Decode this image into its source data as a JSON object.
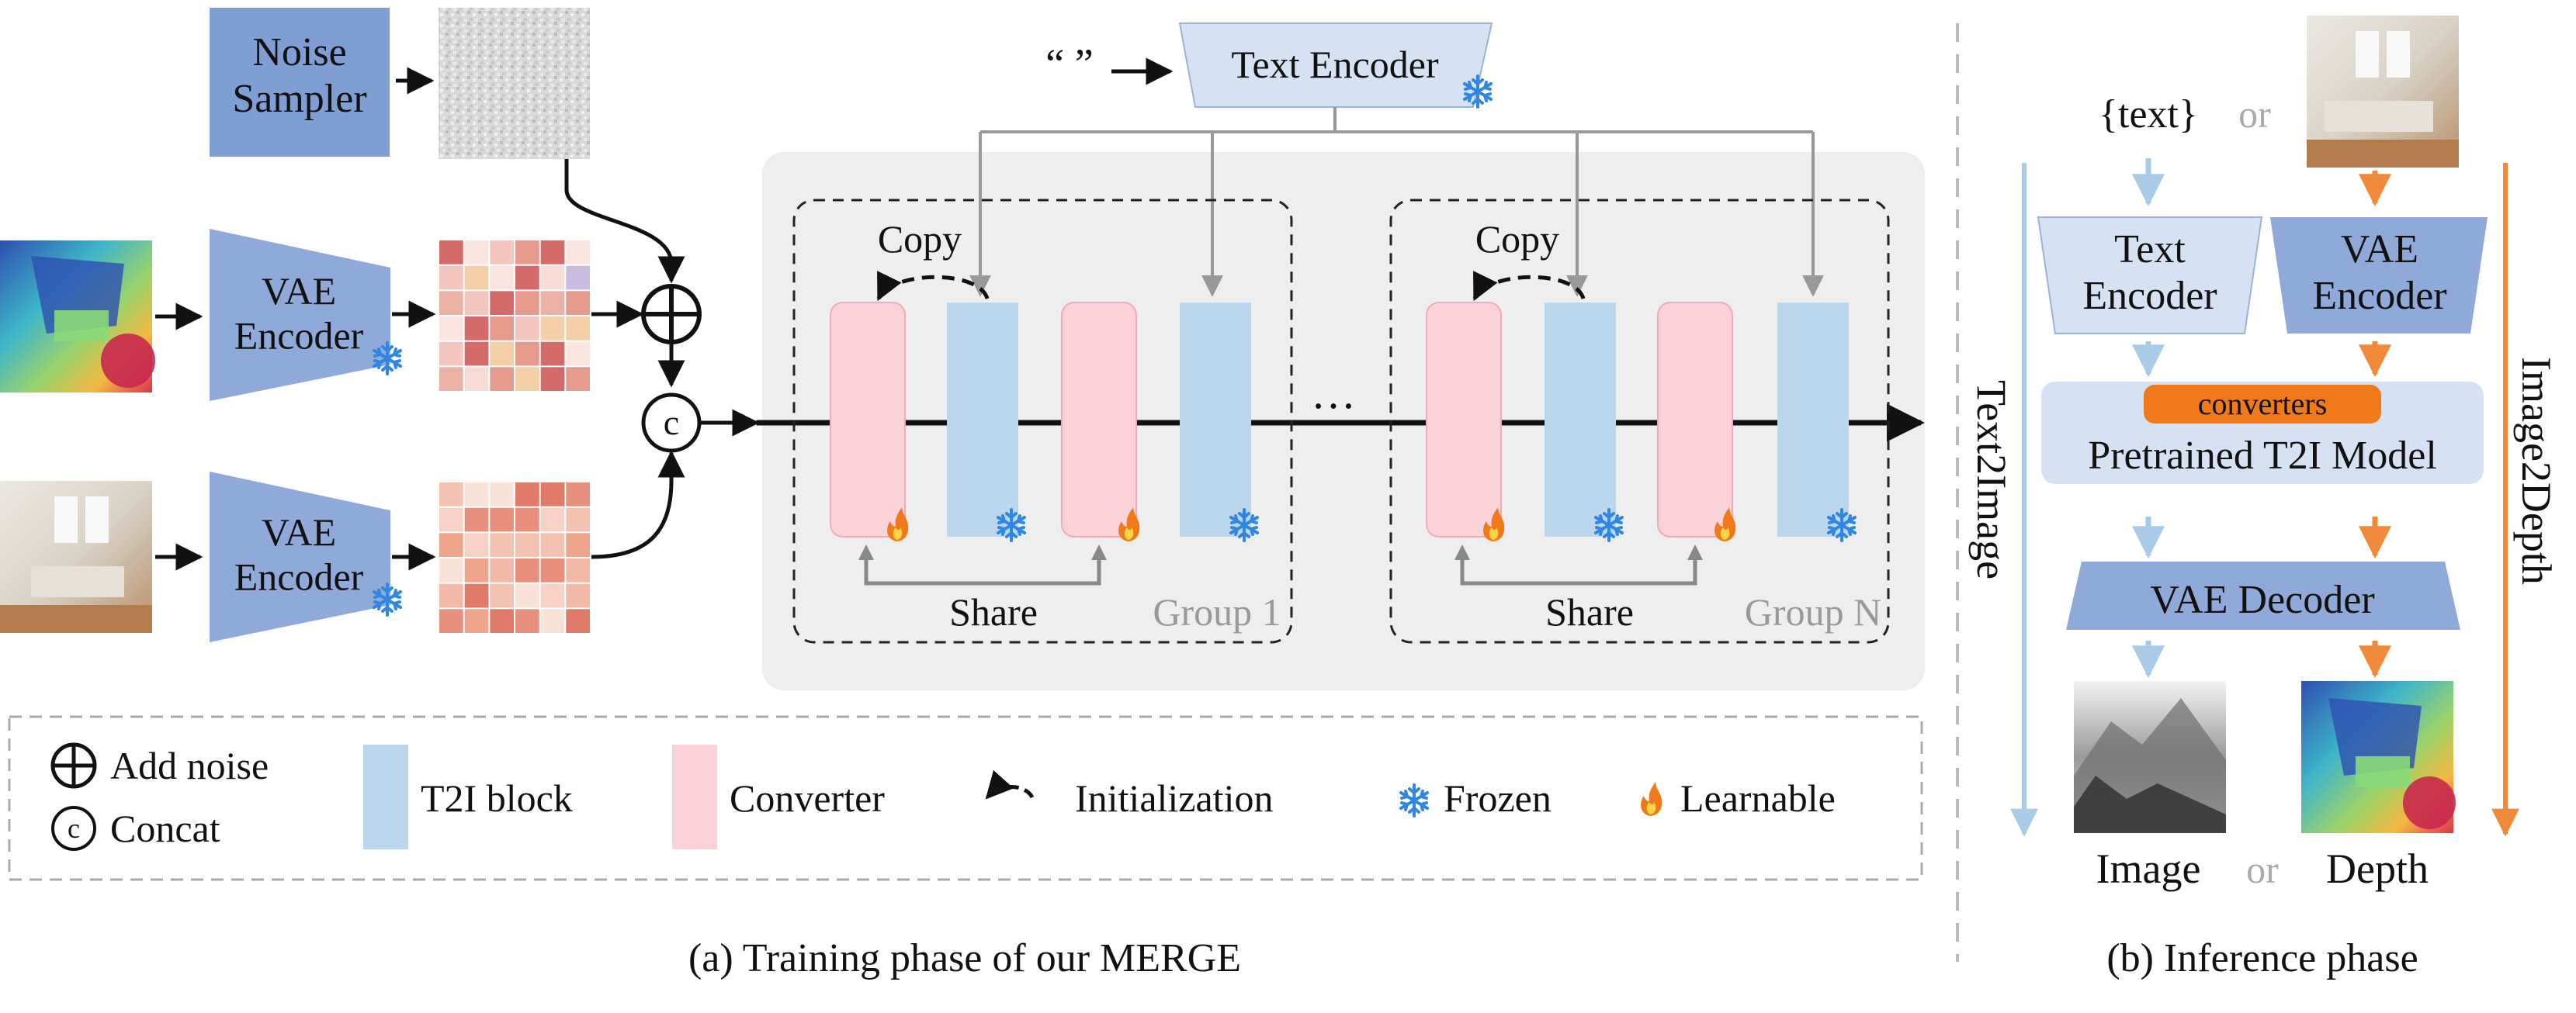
{
  "training": {
    "noise_sampler": "Noise\nSampler",
    "vae_encoder_top": "VAE\nEncoder",
    "vae_encoder_bottom": "VAE\nEncoder",
    "text_prompt": "“ ”",
    "text_encoder": "Text Encoder",
    "copy_label_1": "Copy",
    "copy_label_2": "Copy",
    "share_label_1": "Share",
    "share_label_2": "Share",
    "group_1": "Group 1",
    "group_n": "Group N",
    "ellipsis": "…",
    "caption": "(a) Training phase of our MERGE"
  },
  "legend": {
    "add_noise": "Add noise",
    "concat": "Concat",
    "concat_symbol": "c",
    "t2i_block": "T2I block",
    "converter": "Converter",
    "initialization": "Initialization",
    "frozen": "Frozen",
    "learnable": "Learnable"
  },
  "inference": {
    "text_input": "{text}",
    "or_top": "or",
    "text_encoder": "Text\nEncoder",
    "vae_encoder": "VAE\nEncoder",
    "converters": "converters",
    "pretrained_model": "Pretrained T2I Model",
    "vae_decoder": "VAE Decoder",
    "output_image": "Image",
    "or_bottom": "or",
    "output_depth": "Depth",
    "side_left": "Text2Image",
    "side_right": "Image2Depth",
    "caption": "(b) Inference phase"
  },
  "colors": {
    "blue_block": "#bcd6ee",
    "pink_block": "#fad3da",
    "encoder_blue": "#7f9fd4",
    "text_encoder_fill": "#d6e2f3",
    "panel_gray": "#eeeeee",
    "orange": "#f08a3a",
    "light_blue_arrow": "#a9cbe8",
    "snowflake": "#2f86e3",
    "flame": "#f07a1a"
  }
}
